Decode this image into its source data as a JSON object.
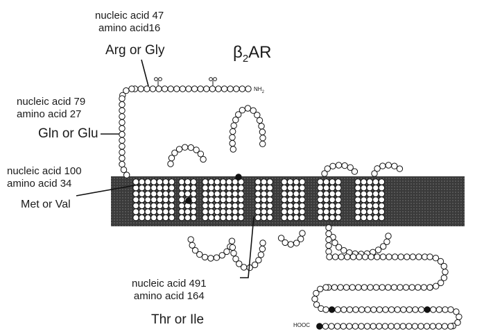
{
  "title": {
    "symbol": "β",
    "subscript": "2",
    "suffix": "AR"
  },
  "terminals": {
    "n": "NH",
    "n_sub": "2",
    "c": "HOOC"
  },
  "polymorphisms": [
    {
      "nucleic": "nucleic acid 47",
      "amino": "amino acid16",
      "residues": "Arg or Gly"
    },
    {
      "nucleic": "nucleic acid 79",
      "amino": "amino acid 27",
      "residues": "Gln or Glu"
    },
    {
      "nucleic": "nucleic acid 100",
      "amino": "amino acid 34",
      "residues": "Met or Val"
    },
    {
      "nucleic": "nucleic acid 491",
      "amino": "amino acid 164",
      "residues": "Thr or Ile"
    }
  ]
}
